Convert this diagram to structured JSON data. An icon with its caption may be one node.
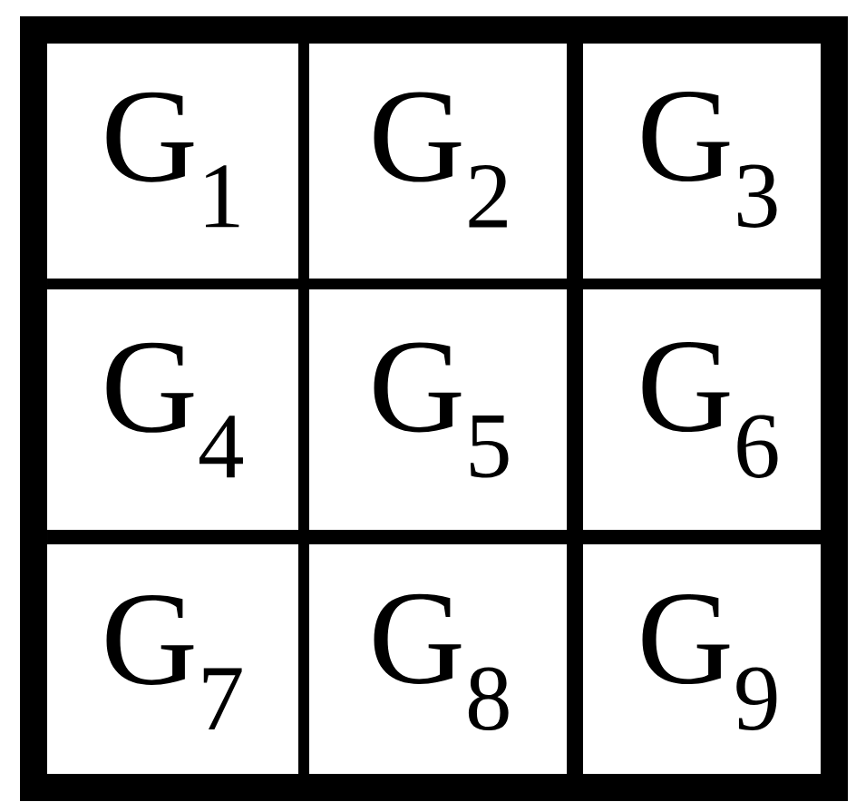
{
  "diagram": {
    "nodes": [
      {
        "text": [
          "G$_{1}$"
        ]
      },
      {
        "text": [
          "G$_{2}$"
        ]
      },
      {
        "text": [
          "G$_{3}$"
        ]
      },
      {
        "text": [
          "G$_{4}$"
        ]
      },
      {
        "text": [
          "G$_{5}$"
        ]
      },
      {
        "text": [
          "G$_{6}$"
        ]
      },
      {
        "text": [
          "G$_{7}$"
        ]
      },
      {
        "text": [
          "G$_{8}$"
        ]
      },
      {
        "text": [
          "G$_{9}$"
        ]
      }
    ]
  }
}
